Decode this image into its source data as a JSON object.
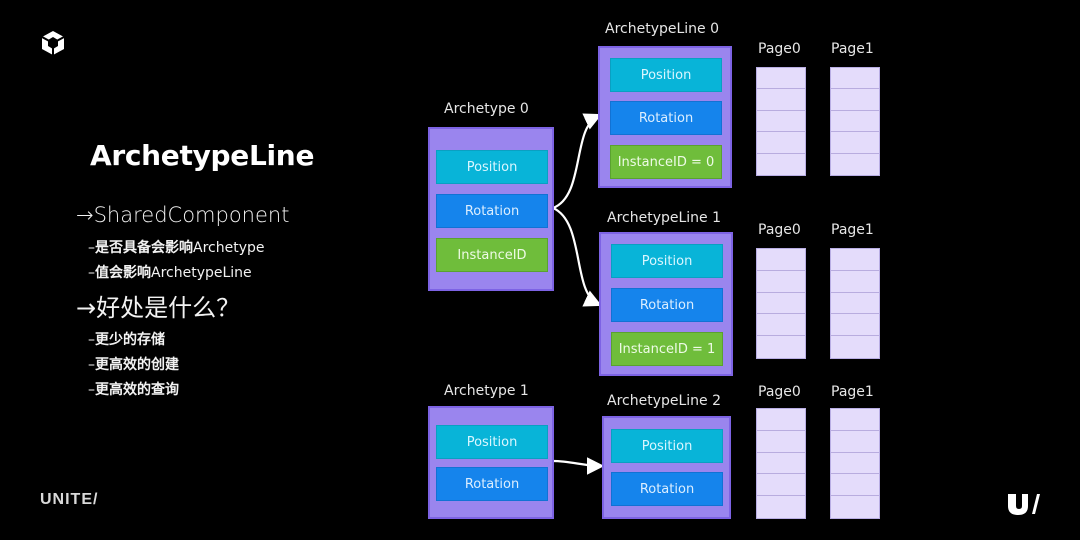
{
  "slide": {
    "title": "ArchetypeLine",
    "bullets": [
      {
        "text": "→SharedComponent"
      },
      {
        "prefix": "–",
        "bold": "是否具备会影响",
        "rest": "Archetype"
      },
      {
        "prefix": "–",
        "bold": "值会影响",
        "rest": "ArchetypeLine"
      },
      {
        "text": "→好处是什么？"
      },
      {
        "prefix": "–",
        "bold": "更少的存储",
        "rest": ""
      },
      {
        "prefix": "–",
        "bold": "更高效的创建",
        "rest": ""
      },
      {
        "prefix": "–",
        "bold": "更高效的查询",
        "rest": ""
      }
    ]
  },
  "brand": {
    "wordmark": "UNITE/",
    "logo_icon": "unity-cube-icon",
    "corner_icon": "unite-u-slash-icon"
  },
  "diagram": {
    "archetypes": [
      {
        "label": "Archetype 0",
        "cells": [
          "Position",
          "Rotation",
          "InstanceID"
        ]
      },
      {
        "label": "Archetype 1",
        "cells": [
          "Position",
          "Rotation"
        ]
      }
    ],
    "archetype_lines": [
      {
        "label": "ArchetypeLine 0",
        "cells": [
          "Position",
          "Rotation",
          "InstanceID = 0"
        ]
      },
      {
        "label": "ArchetypeLine 1",
        "cells": [
          "Position",
          "Rotation",
          "InstanceID = 1"
        ]
      },
      {
        "label": "ArchetypeLine 2",
        "cells": [
          "Position",
          "Rotation"
        ]
      }
    ],
    "page_labels": [
      "Page0",
      "Page1"
    ]
  },
  "colors": {
    "background": "#000000",
    "purple_box": "#9a85ee",
    "position": "#08b4d8",
    "rotation": "#1584ec",
    "instance": "#6fbd3b",
    "page": "#e4dcfb"
  }
}
